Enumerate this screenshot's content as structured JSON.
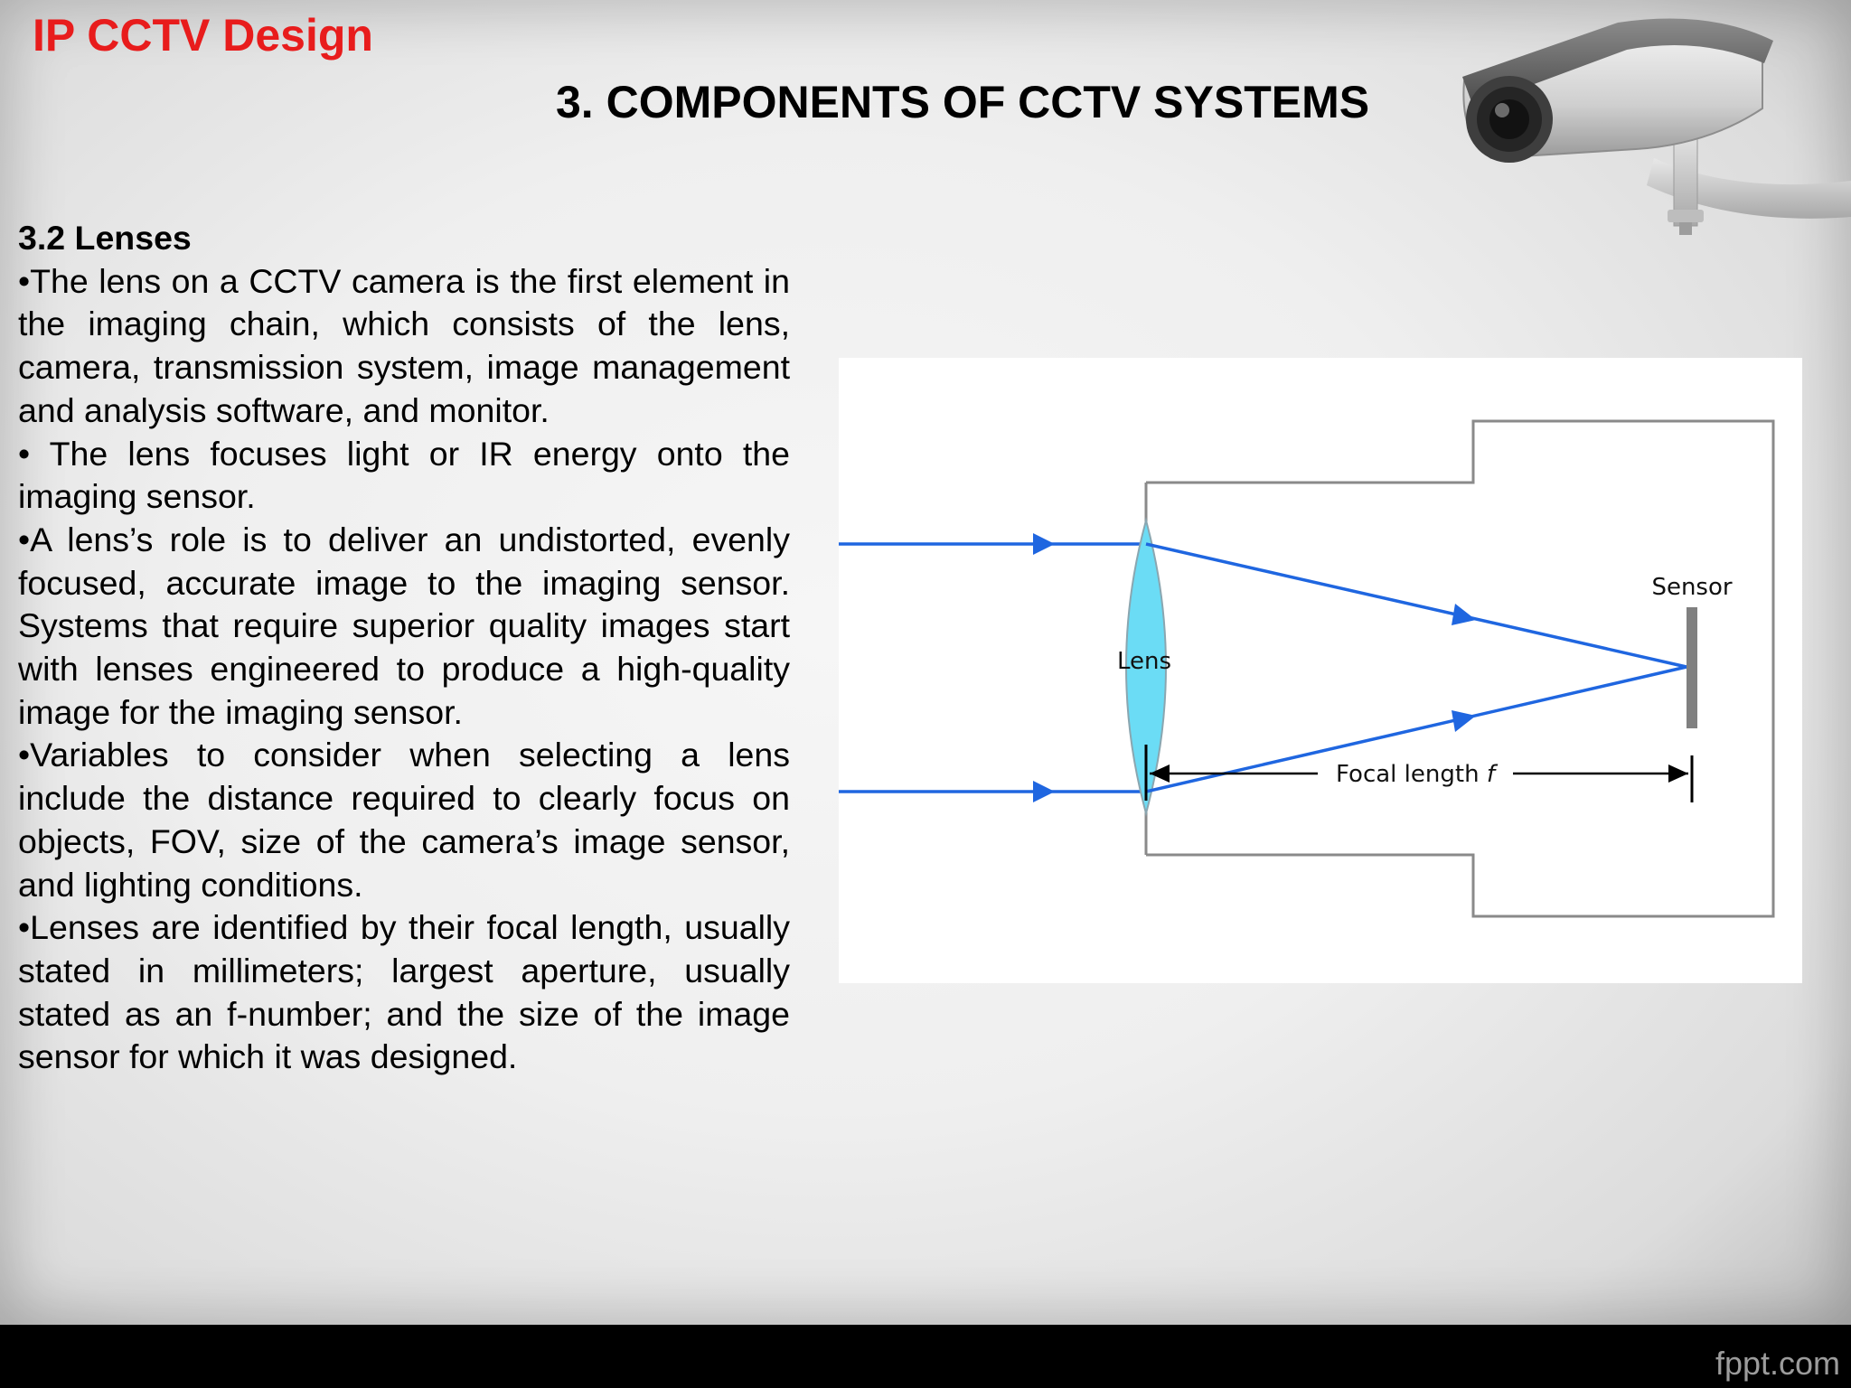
{
  "header": {
    "app_title": "IP CCTV Design",
    "slide_title": "3. COMPONENTS OF CCTV SYSTEMS"
  },
  "section": {
    "title": "3.2 Lenses",
    "bullets": [
      "•The lens on a CCTV camera is the first element in the imaging chain, which consists of the lens, camera, transmission system, image management and analysis software, and monitor.",
      "• The lens focuses light or IR energy onto the imaging sensor.",
      "•A lens’s role is to deliver an undistorted, evenly focused, accurate image to the imaging sensor. Systems that require superior quality images start with lenses engineered to produce a high-quality image for the imaging sensor.",
      "•Variables to consider when selecting a lens include the distance required to clearly focus on objects, FOV, size of the camera’s image sensor, and lighting conditions.",
      "•Lenses are identified by their focal length, usually stated in millimeters; largest aperture, usually stated as an f-number; and the size of the image sensor for which it was designed."
    ]
  },
  "diagram": {
    "lens_label": "Lens",
    "sensor_label": "Sensor",
    "focal_label": "Focal length",
    "focal_symbol": "f",
    "colors": {
      "ray": "#1f66e0",
      "lens_fill": "#6bdcf5",
      "body_outline": "#8a8a8a",
      "sensor": "#808080"
    }
  },
  "footer": {
    "brand": "fppt.com"
  },
  "icons": {
    "camera": "cctv-camera-icon"
  }
}
